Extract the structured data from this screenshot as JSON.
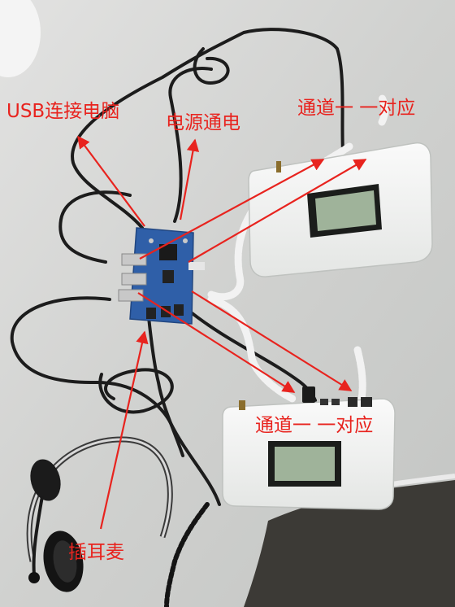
{
  "labels": {
    "usb_pc": "USB连接电脑",
    "power": "电源通电",
    "channel_top": "通道一 一对应",
    "channel_bottom": "通道一 一对应",
    "headset": "插耳麦"
  },
  "colors": {
    "annotation": "#e8231e",
    "board": "#2f5fa8",
    "device": "#f3f4f3",
    "screen": "#9fb39a",
    "table": "#d4d5d3",
    "cable": "#1c1c1c"
  },
  "icons": [
    "arrow-icon",
    "headset-icon",
    "usb-plug-icon",
    "phone-cord-icon",
    "antenna-icon"
  ]
}
